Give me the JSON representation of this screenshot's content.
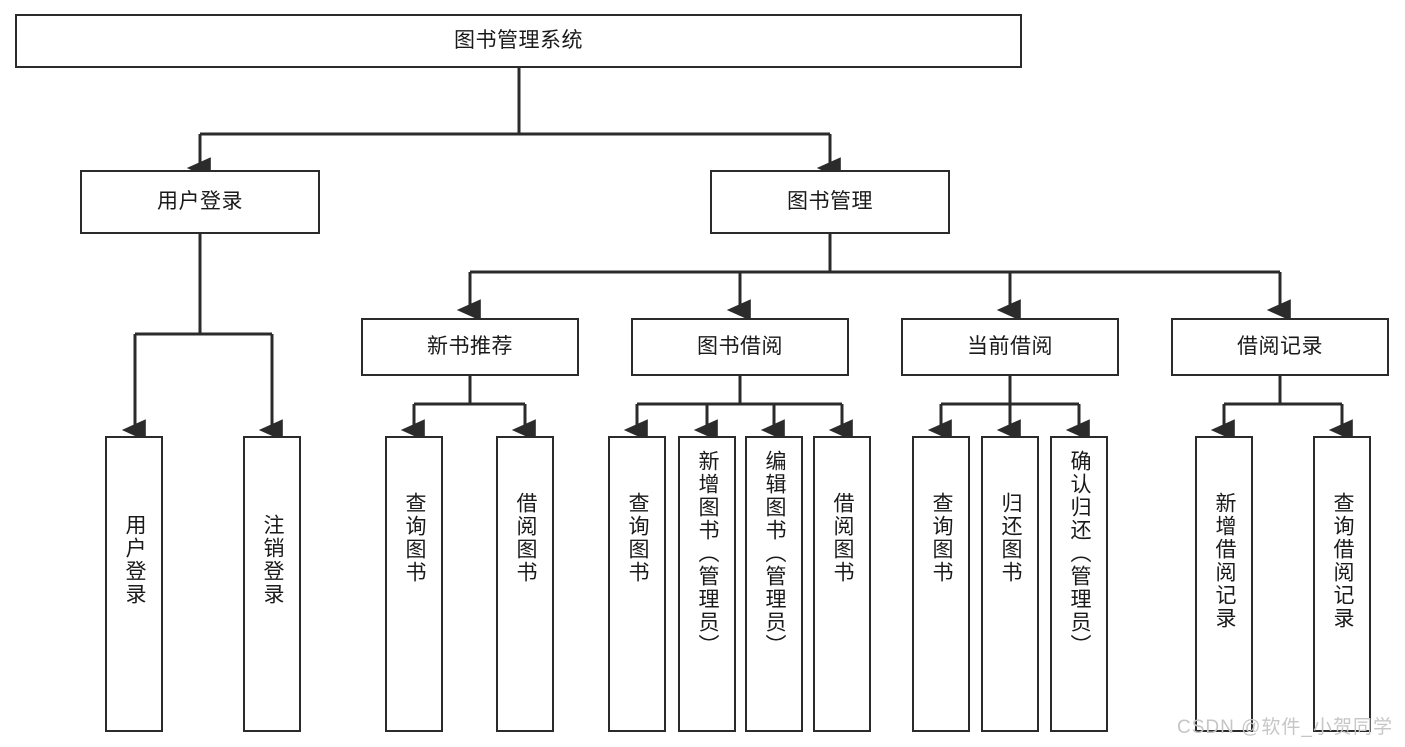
{
  "diagram": {
    "title": "图书管理系统",
    "watermark": "CSDN @软件_小贺同学",
    "stroke_color": "#2b2b2b",
    "background_color": "#ffffff",
    "watermark_color": "#c6c6c6"
  },
  "nodes": {
    "root": {
      "label": "图书管理系统"
    },
    "level2": [
      {
        "label": "用户登录"
      },
      {
        "label": "图书管理"
      }
    ],
    "level3": [
      {
        "label": "新书推荐"
      },
      {
        "label": "图书借阅"
      },
      {
        "label": "当前借阅"
      },
      {
        "label": "借阅记录"
      }
    ],
    "leaves": {
      "user_login": [
        {
          "label": "用户登录"
        },
        {
          "label": "注销登录"
        }
      ],
      "new_book_recommend": [
        {
          "label": "查询图书"
        },
        {
          "label": "借阅图书"
        }
      ],
      "book_borrow": [
        {
          "label": "查询图书"
        },
        {
          "label": "新增图书（管理员）"
        },
        {
          "label": "编辑图书（管理员）"
        },
        {
          "label": "借阅图书"
        }
      ],
      "current_borrow": [
        {
          "label": "查询图书"
        },
        {
          "label": "归还图书"
        },
        {
          "label": "确认归还（管理员）"
        }
      ],
      "borrow_record": [
        {
          "label": "新增借阅记录"
        },
        {
          "label": "查询借阅记录"
        }
      ]
    }
  }
}
